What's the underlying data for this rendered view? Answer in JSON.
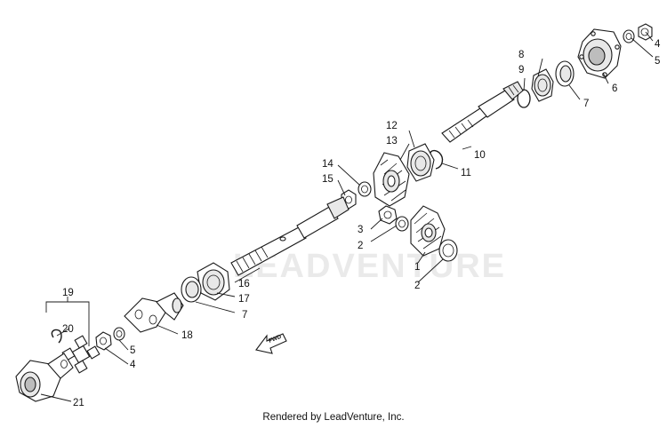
{
  "diagram": {
    "watermark": "LEADVENTURE",
    "direction_arrow": "FWD",
    "callouts": [
      {
        "id": "c4a",
        "label": "4"
      },
      {
        "id": "c5a",
        "label": "5"
      },
      {
        "id": "c8",
        "label": "8"
      },
      {
        "id": "c9",
        "label": "9"
      },
      {
        "id": "c6",
        "label": "6"
      },
      {
        "id": "c7a",
        "label": "7"
      },
      {
        "id": "c12",
        "label": "12"
      },
      {
        "id": "c13",
        "label": "13"
      },
      {
        "id": "c10",
        "label": "10"
      },
      {
        "id": "c11",
        "label": "11"
      },
      {
        "id": "c14",
        "label": "14"
      },
      {
        "id": "c15",
        "label": "15"
      },
      {
        "id": "c3",
        "label": "3"
      },
      {
        "id": "c2a",
        "label": "2"
      },
      {
        "id": "c1",
        "label": "1"
      },
      {
        "id": "c2b",
        "label": "2"
      },
      {
        "id": "c16",
        "label": "16"
      },
      {
        "id": "c17",
        "label": "17"
      },
      {
        "id": "c7b",
        "label": "7"
      },
      {
        "id": "c19",
        "label": "19"
      },
      {
        "id": "c20",
        "label": "20"
      },
      {
        "id": "c18",
        "label": "18"
      },
      {
        "id": "c5b",
        "label": "5"
      },
      {
        "id": "c4b",
        "label": "4"
      },
      {
        "id": "c21",
        "label": "21"
      }
    ]
  },
  "footer": {
    "text": "Rendered by LeadVenture, Inc."
  }
}
